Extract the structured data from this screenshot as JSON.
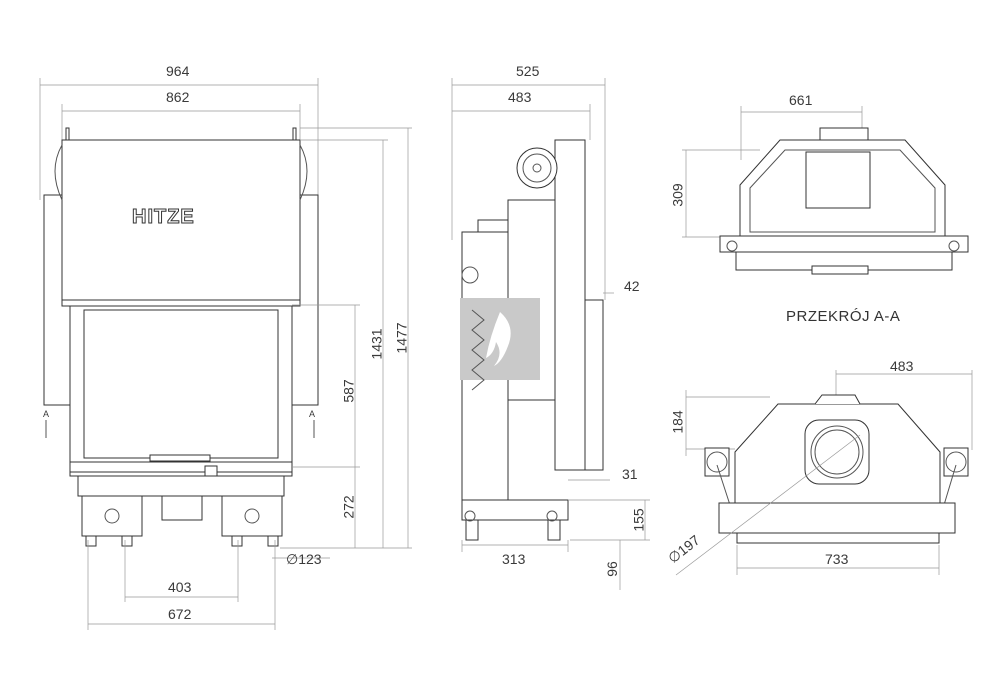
{
  "front_view": {
    "brand": "HITZE",
    "dims": {
      "overall_width": "964",
      "inner_width": "862",
      "total_height": "1477",
      "body_height": "1431",
      "door_height": "587",
      "base_height": "272",
      "leg_diameter": "∅123",
      "leg_spacing": "403",
      "base_width": "672"
    },
    "section_marker": "A"
  },
  "side_view": {
    "dims": {
      "overall_depth": "525",
      "body_depth": "483",
      "door_offset": "42",
      "bottom_offset": "31",
      "base_depth": "155",
      "leg_height": "96",
      "leg_spacing": "313"
    },
    "logo_color": "#c9c9c9"
  },
  "section_view": {
    "title": "PRZEKRÓJ A-A",
    "dims": {
      "width": "661",
      "height": "309"
    }
  },
  "top_view": {
    "dims": {
      "flue_offset": "483",
      "depth": "184",
      "width": "733",
      "flue_diameter": "∅197"
    }
  }
}
